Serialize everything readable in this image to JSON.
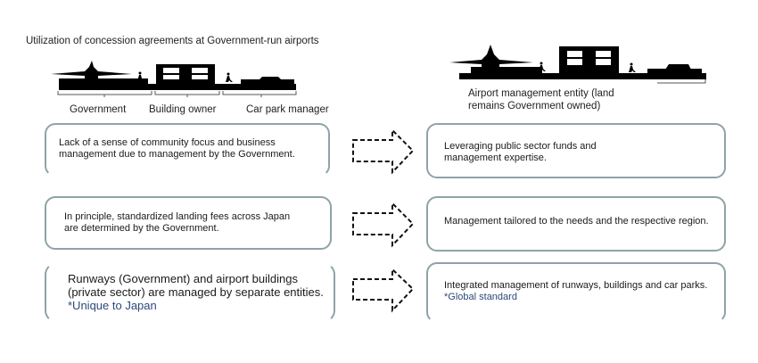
{
  "title": "Utilization of concession agreements at Government-run airports",
  "left_scene": {
    "labels": [
      "Government",
      "Building owner",
      "Car park manager"
    ]
  },
  "right_scene": {
    "label_line1": "Airport management entity (land",
    "label_line2": "remains Government owned)"
  },
  "rows": [
    {
      "before": {
        "text": "Lack of a sense of community focus and business management due to management by the Government.",
        "note": ""
      },
      "after": {
        "text": "Leveraging public sector funds and management expertise.",
        "note": ""
      }
    },
    {
      "before": {
        "text": "In principle, standardized landing fees across Japan are determined by the Government.",
        "note": ""
      },
      "after": {
        "text": "Management tailored to the needs and the respective region.",
        "note": ""
      }
    },
    {
      "before": {
        "text": "Runways (Government) and airport buildings (private sector) are managed by separate entities.",
        "note": "*Unique to Japan"
      },
      "after": {
        "text": "Integrated management of runways, buildings and car parks.",
        "note": "*Global standard"
      }
    }
  ],
  "colors": {
    "box_border": "#8fa3a6",
    "note_text": "#2b4a7a"
  }
}
